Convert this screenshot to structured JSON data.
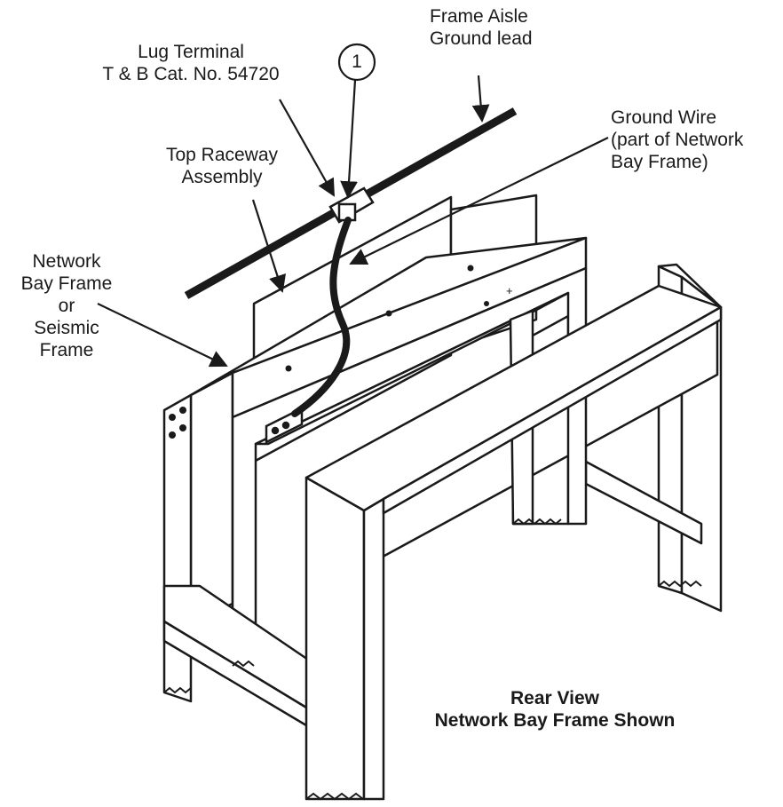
{
  "labels": {
    "frame_aisle": [
      "Frame Aisle",
      "Ground lead"
    ],
    "lug_terminal": [
      "Lug Terminal",
      "T & B Cat. No. 54720"
    ],
    "ground_wire": [
      "Ground Wire",
      "(part of Network",
      "Bay Frame)"
    ],
    "top_raceway": [
      "Top Raceway",
      "Assembly"
    ],
    "network_bay": [
      "Network",
      "Bay Frame",
      "or",
      "Seismic",
      "Frame"
    ],
    "rear_view": [
      "Rear View",
      "Network Bay Frame Shown"
    ],
    "callout_number": "1"
  },
  "colors": {
    "ink": "#1a1a1a",
    "background": "#ffffff",
    "shading": "#3a3a3a"
  }
}
